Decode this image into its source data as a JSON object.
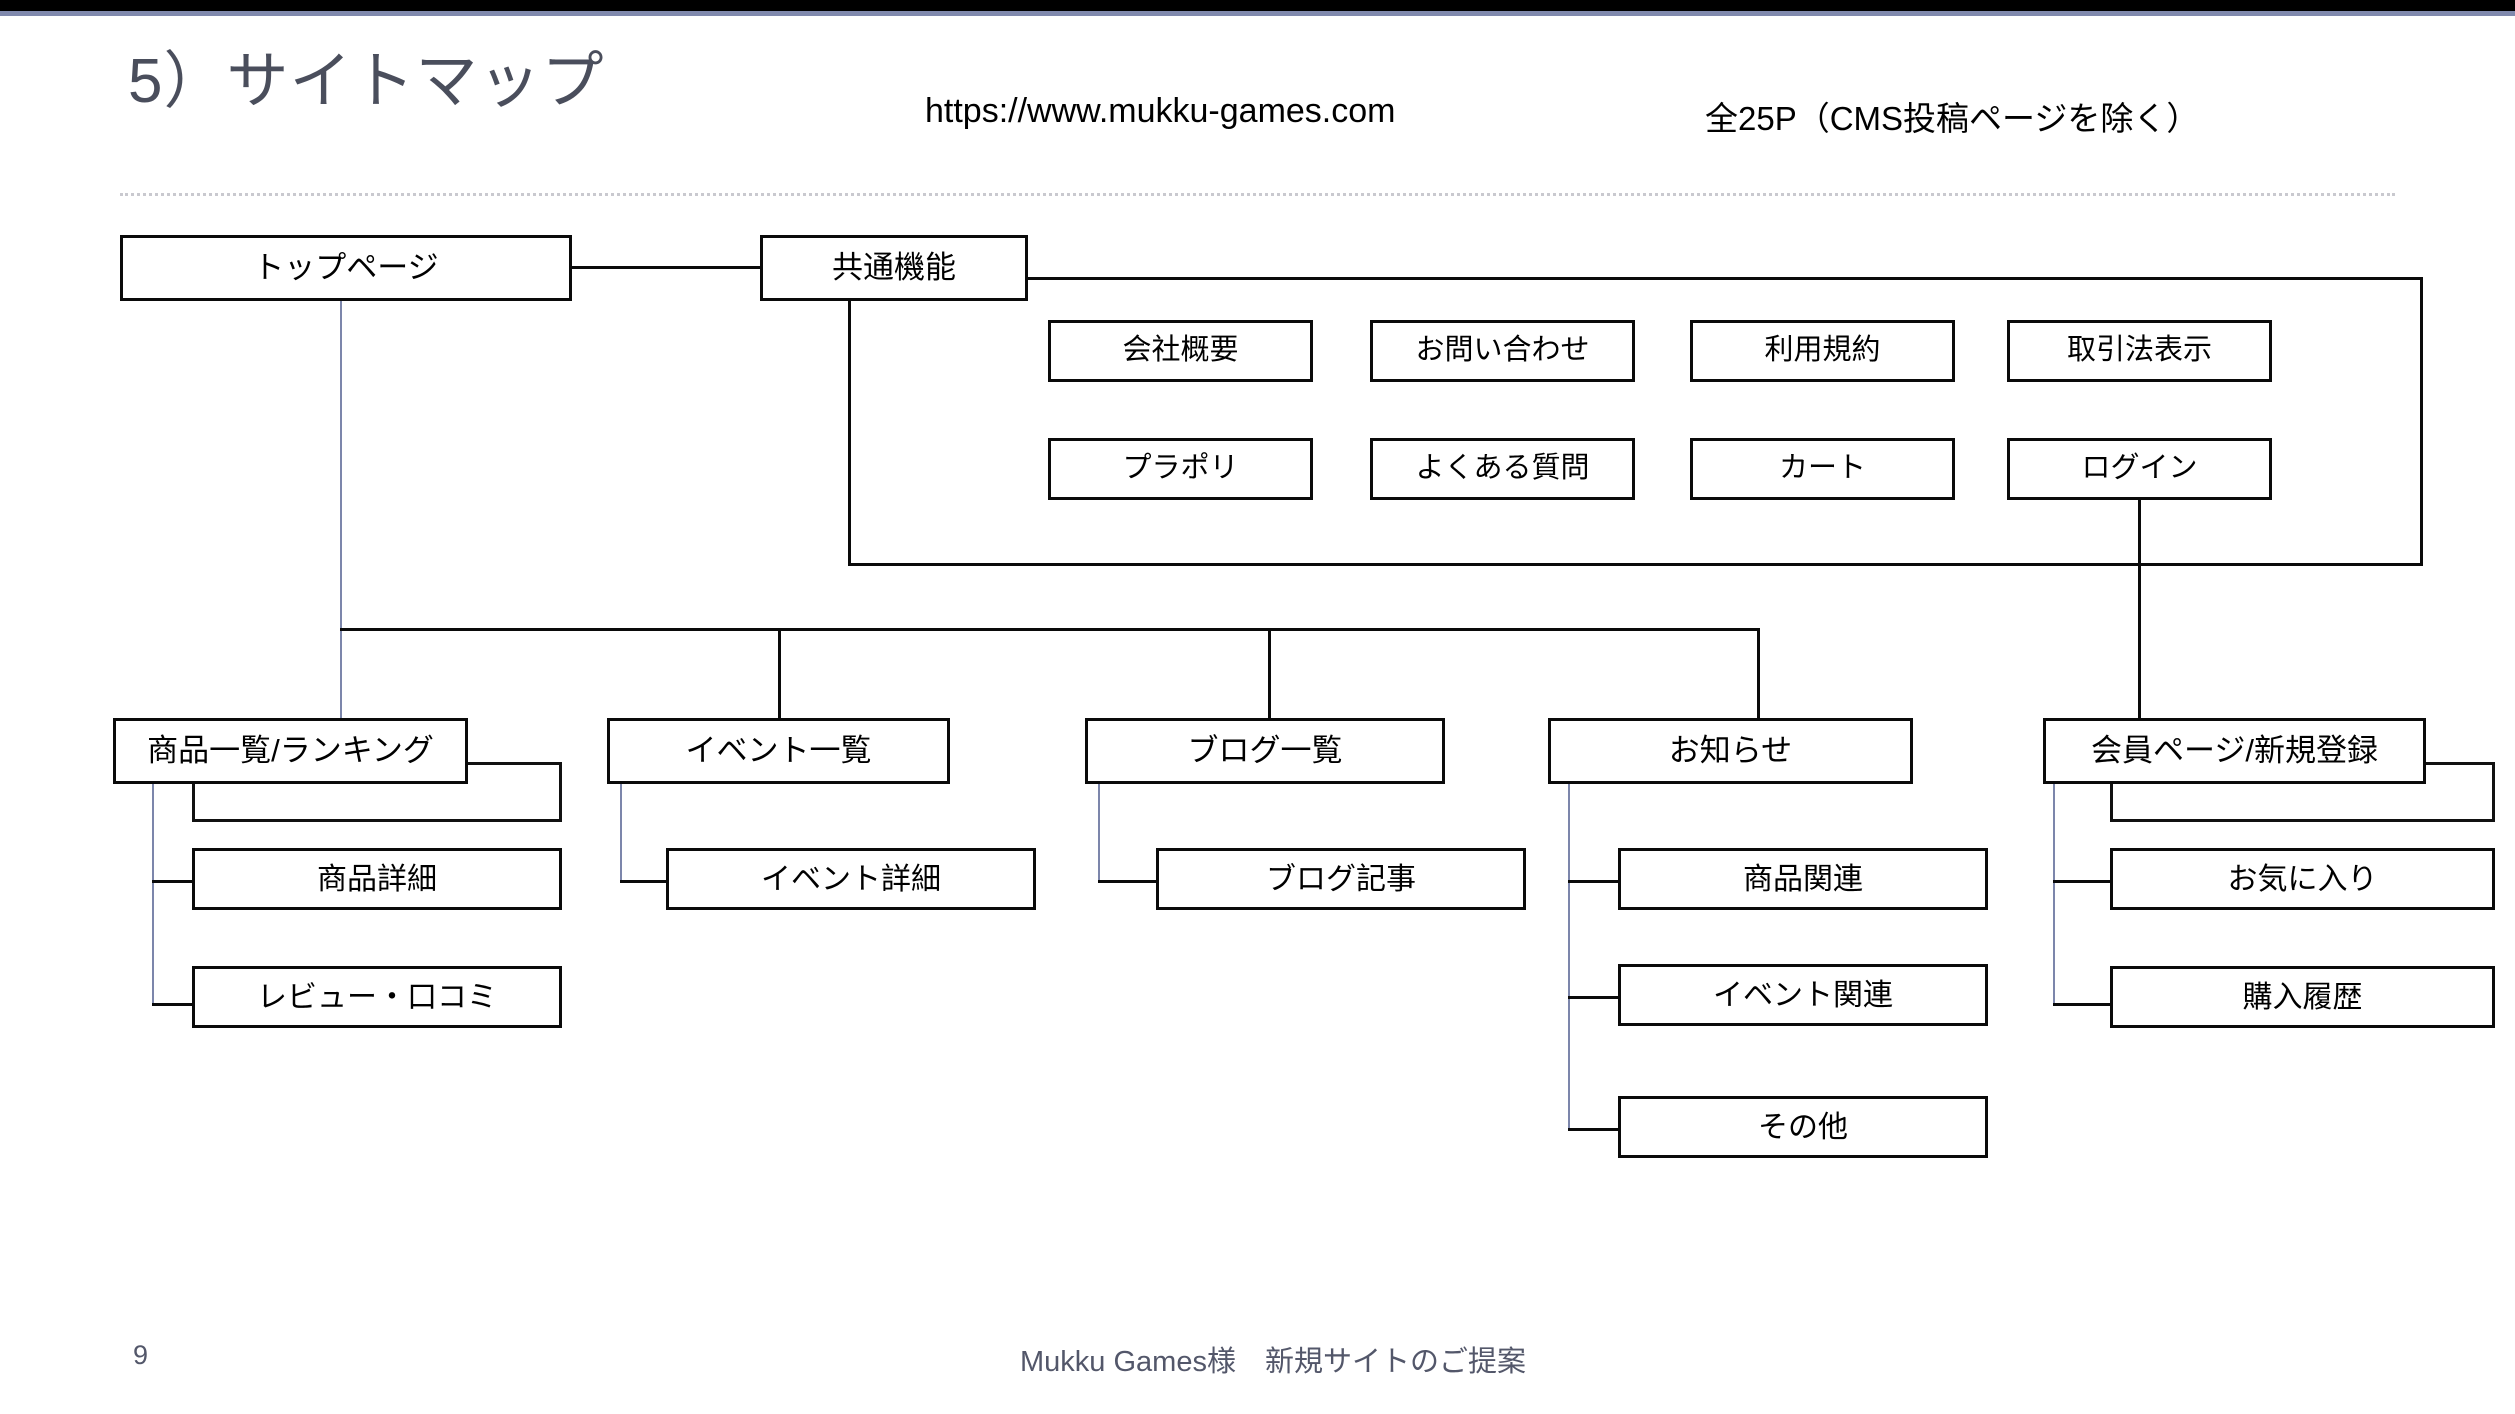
{
  "slide": {
    "title": "5）サイトマップ",
    "url": "https://www.mukku-games.com",
    "page_count_note": "全25P（CMS投稿ページを除く）",
    "page_number": "9",
    "footer_note": "Mukku Games様　新規サイトのご提案"
  },
  "sitemap": {
    "top_page": "トップページ",
    "common": {
      "label": "共通機能",
      "items": [
        "会社概要",
        "お問い合わせ",
        "利用規約",
        "取引法表示",
        "プラポリ",
        "よくある質問",
        "カート",
        "ログイン"
      ]
    },
    "columns": [
      {
        "label": "商品一覧/ランキング",
        "children": [
          "商品詳細",
          "レビュー・口コミ"
        ],
        "has_hidden_box": true
      },
      {
        "label": "イベント一覧",
        "children": [
          "イベント詳細"
        ],
        "has_hidden_box": false
      },
      {
        "label": "ブログ一覧",
        "children": [
          "ブログ記事"
        ],
        "has_hidden_box": false
      },
      {
        "label": "お知らせ",
        "children": [
          "商品関連",
          "イベント関連",
          "その他"
        ],
        "has_hidden_box": false
      },
      {
        "label": "会員ページ/新規登録",
        "children": [
          "お気に入り",
          "購入履歴"
        ],
        "has_hidden_box": true
      }
    ]
  },
  "colors": {
    "accent_rule": "#8089ad",
    "connector_blue": "#7c86ab",
    "box_border": "#0a0a0a",
    "title_text": "#4a4e5c",
    "footer_text": "#53576a"
  }
}
